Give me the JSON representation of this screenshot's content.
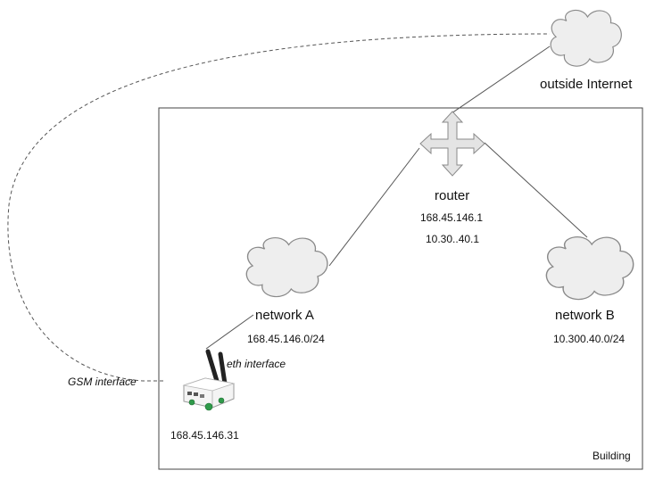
{
  "nodes": {
    "internet": {
      "label": "outside Internet",
      "icon": "cloud-icon"
    },
    "router": {
      "label": "router",
      "addresses": [
        "168.45.146.1",
        "10.30..40.1"
      ],
      "icon": "router-icon"
    },
    "network_a": {
      "label": "network A",
      "subnet": "168.45.146.0/24",
      "icon": "cloud-icon"
    },
    "network_b": {
      "label": "network B",
      "subnet": "10.300.40.0/24",
      "icon": "cloud-icon"
    },
    "device": {
      "address": "168.45.146.31",
      "eth_label": "eth interface",
      "gsm_label": "GSM interface",
      "icon": "gsm-device-icon"
    }
  },
  "building": {
    "label": "Building"
  },
  "colors": {
    "line": "#555555",
    "cloud_fill": "#eeeeee",
    "cloud_stroke": "#8a8a8a",
    "router_fill": "#e4e4e4",
    "box": "#444444"
  }
}
